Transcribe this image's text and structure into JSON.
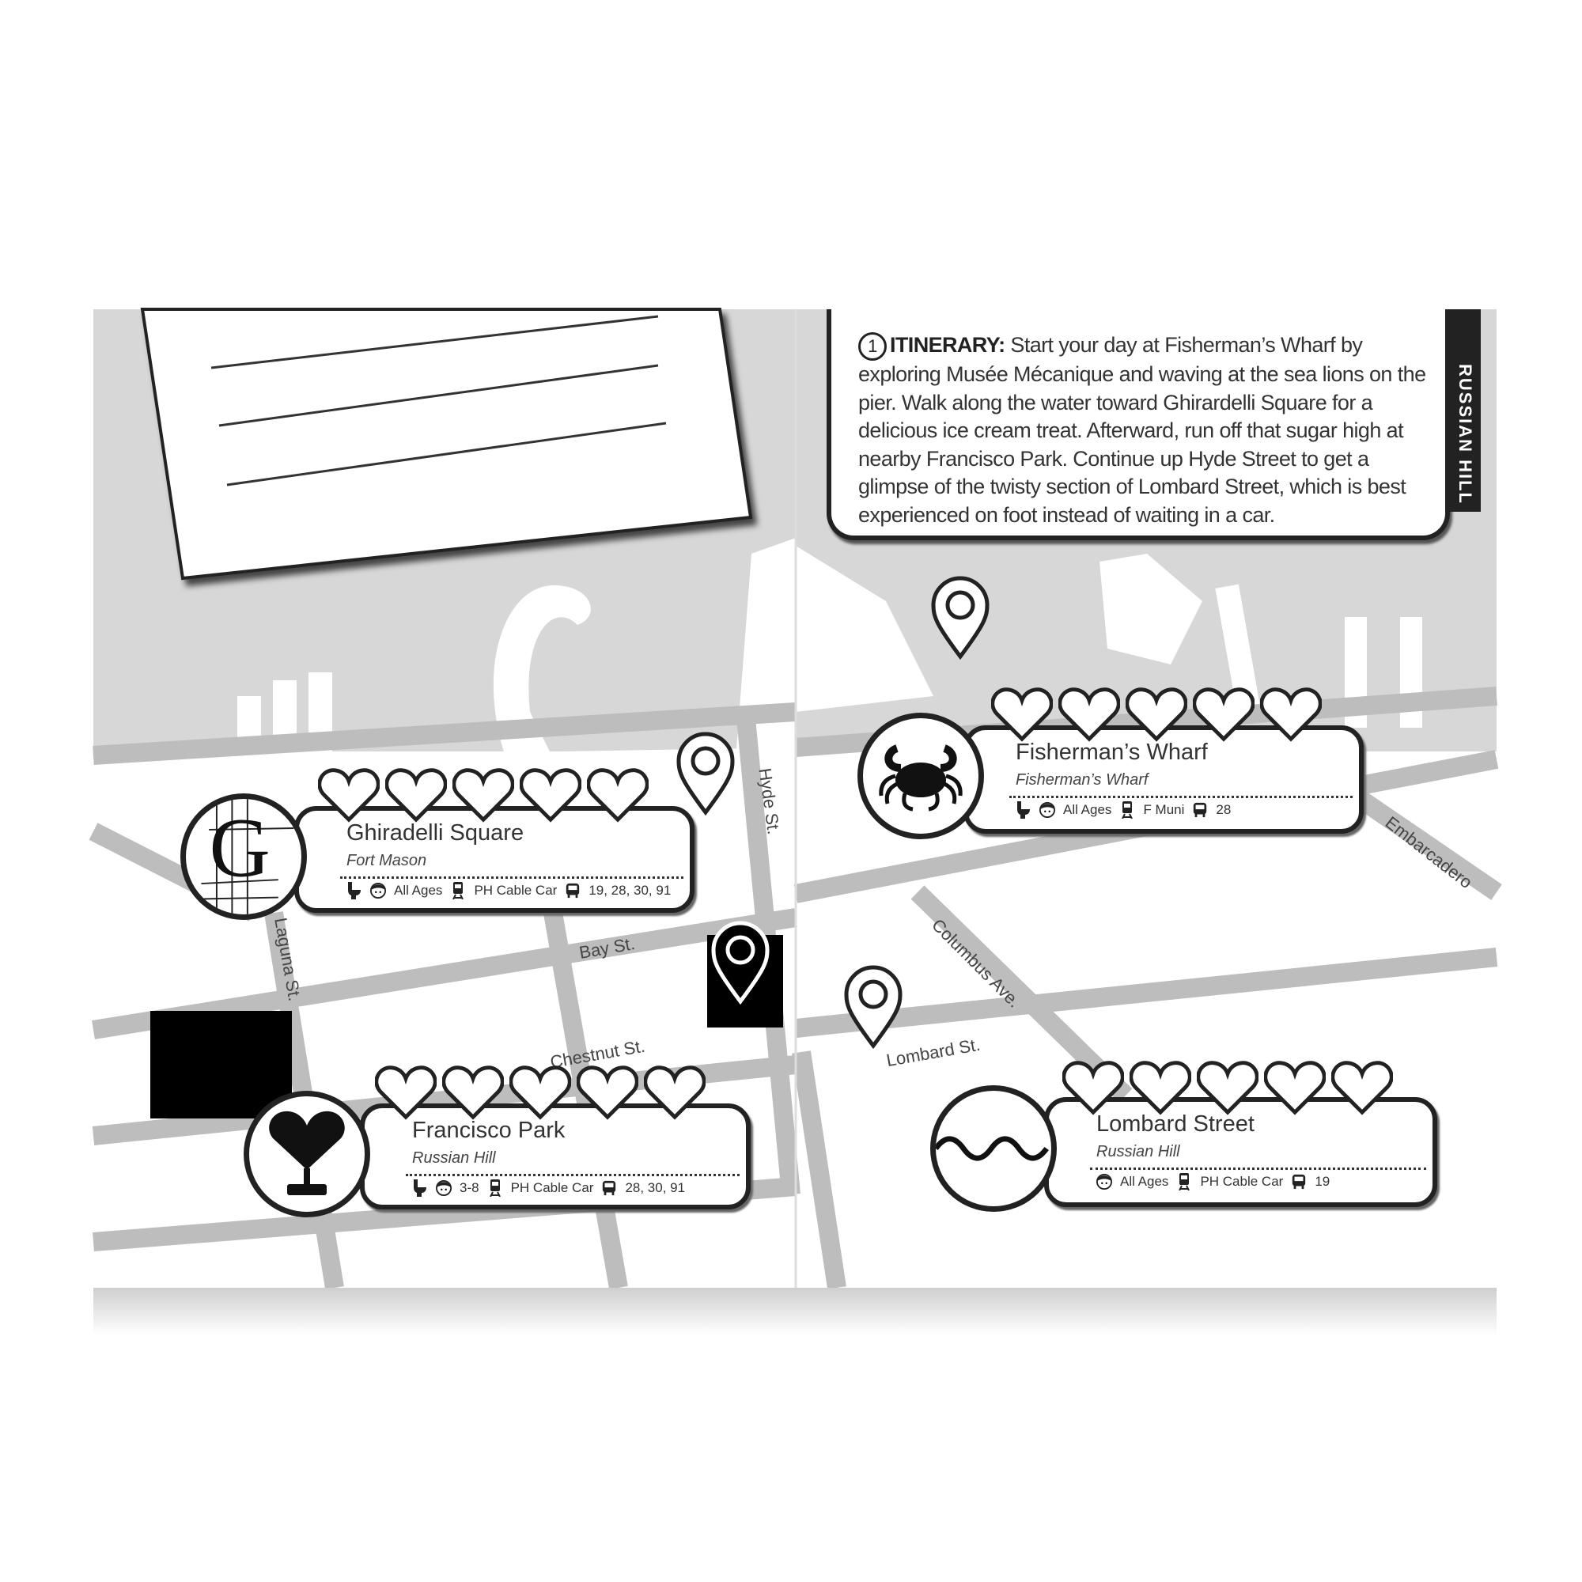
{
  "itinerary": {
    "number": "1",
    "heading": "ITINERARY:",
    "text": "Start your day at Fisherman’s Wharf by exploring Musée Mécanique and waving at the sea lions on the pier. Walk along the water toward Ghirardelli Square for a delicious ice cream treat. Afterward, run off that sugar high at nearby Francisco Park. Continue up Hyde Street to get a glimpse of the twisty section of Lombard Street, which is best experienced on foot instead of waiting in a car."
  },
  "section_tab": "RUSSIAN HILL",
  "streets": {
    "hyde": "Hyde St.",
    "bay": "Bay St.",
    "laguna": "Laguna St.",
    "chestnut": "Chestnut St.",
    "lombard": "Lombard St.",
    "columbus": "Columbus Ave.",
    "embarcadero": "Embarcadero"
  },
  "places": [
    {
      "name": "Ghiradelli Square",
      "neighborhood": "Fort Mason",
      "icon": "letter-g-icon",
      "icon_text": "G",
      "restroom": true,
      "ages": "All Ages",
      "rail": "PH Cable Car",
      "bus": "19, 28, 30, 91",
      "hearts": 5
    },
    {
      "name": "Fisherman’s Wharf",
      "neighborhood": "Fisherman’s Wharf",
      "icon": "crab-icon",
      "restroom": true,
      "ages": "All Ages",
      "rail": "F Muni",
      "bus": "28",
      "hearts": 5
    },
    {
      "name": "Francisco Park",
      "neighborhood": "Russian Hill",
      "icon": "heart-sculpture-icon",
      "restroom": true,
      "ages": "3-8",
      "rail": "PH Cable Car",
      "bus": "28, 30, 91",
      "hearts": 5
    },
    {
      "name": "Lombard Street",
      "neighborhood": "Russian Hill",
      "icon": "wave-icon",
      "restroom": false,
      "ages": "All Ages",
      "rail": "PH Cable Car",
      "bus": "19",
      "hearts": 5
    }
  ]
}
